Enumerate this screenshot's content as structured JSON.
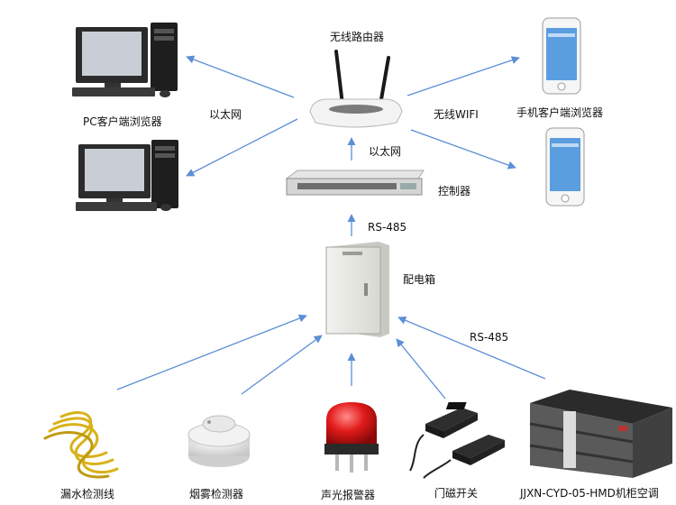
{
  "labels": {
    "router": "无线路由器",
    "pc_browser": "PC客户端浏览器",
    "ethernet_left": "以太网",
    "wireless_wifi": "无线WIFI",
    "mobile_browser": "手机客户端浏览器",
    "ethernet_center": "以太网",
    "controller": "控制器",
    "rs485_top": "RS-485",
    "distribution_box": "配电箱",
    "rs485_right": "RS-485",
    "water_leak": "漏水检测线",
    "smoke_detector": "烟雾检测器",
    "sound_light_alarm": "声光报警器",
    "door_switch": "门磁开关",
    "cabinet_ac": "JJXN-CYD-05-HMD机柜空调"
  },
  "colors": {
    "arrow": "#5b8fd6",
    "alarm_red": "#d81818",
    "cabinet_dark": "#3a3a3a",
    "cable_yellow": "#d9b21a"
  }
}
